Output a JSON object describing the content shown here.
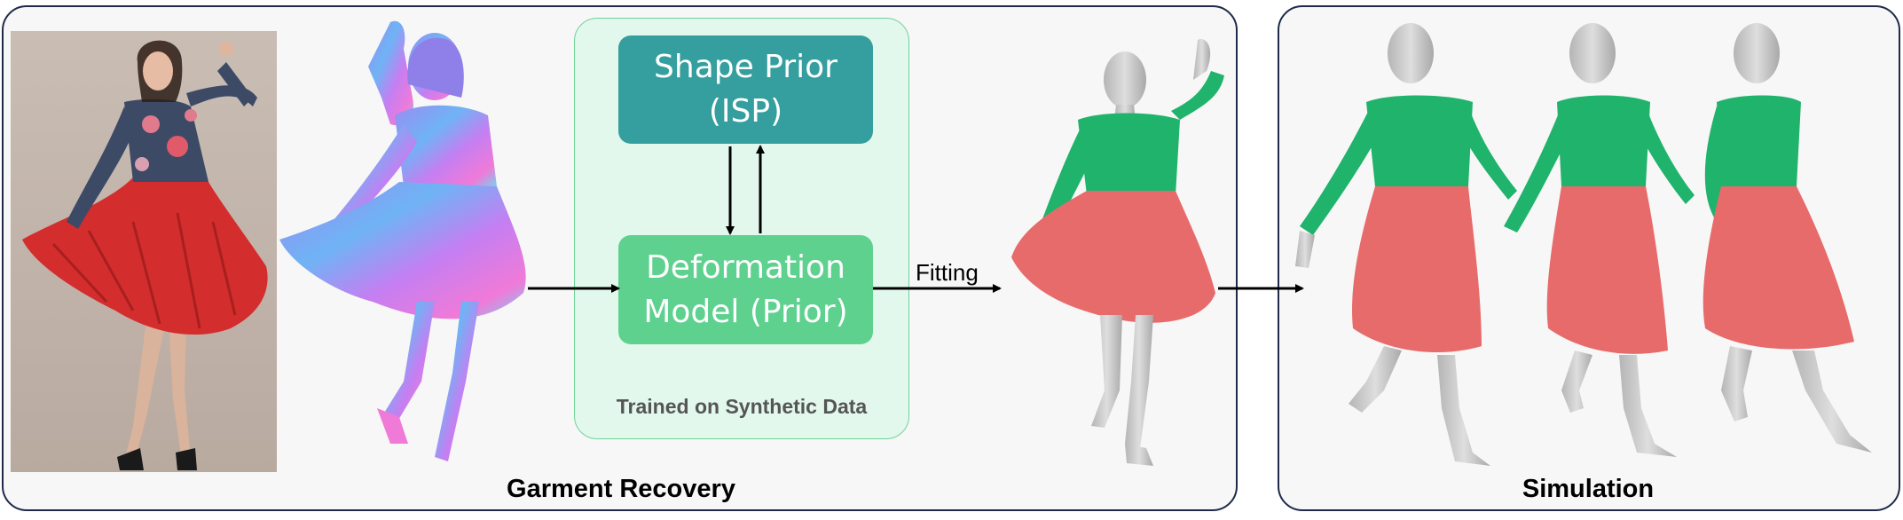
{
  "panels": {
    "recovery_title": "Garment Recovery",
    "simulation_title": "Simulation"
  },
  "prior_group": {
    "caption": "Trained on Synthetic Data",
    "shape_prior": {
      "line1": "Shape Prior",
      "line2": "(ISP)"
    },
    "deformation_model": {
      "line1": "Deformation",
      "line2": "Model (Prior)"
    }
  },
  "edges": {
    "fitting_label": "Fitting"
  },
  "colors": {
    "shape_prior_block": "#359e9e",
    "deformation_block": "#5ed18f",
    "shirt_green": "#1fb36b",
    "skirt_red": "#e86b6b",
    "body_gray": "#c9c9c9"
  }
}
